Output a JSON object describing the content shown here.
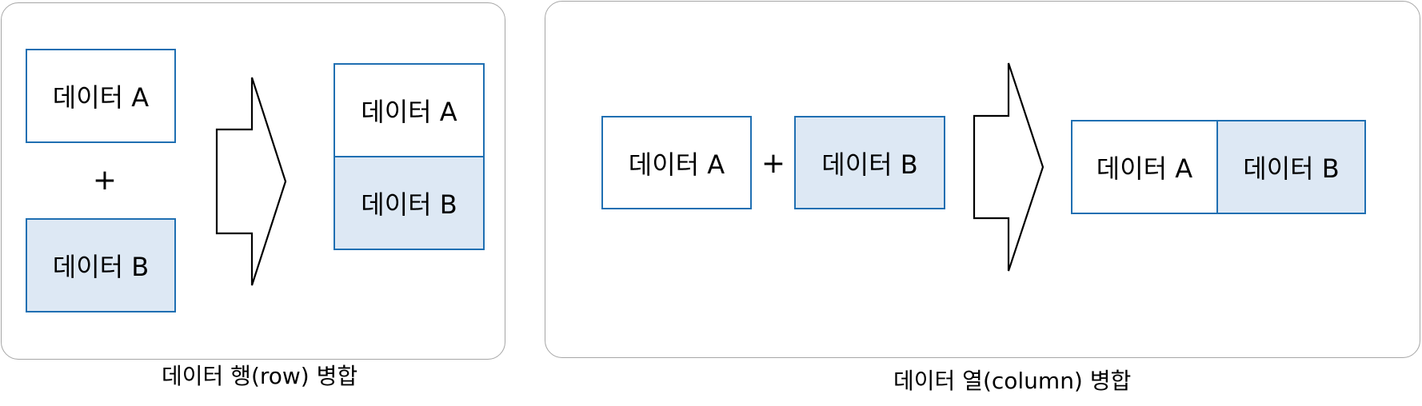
{
  "row_merge": {
    "box_a": "데이터 A",
    "plus": "+",
    "box_b": "데이터 B",
    "result_a": "데이터 A",
    "result_b": "데이터 B",
    "caption": "데이터 행(row) 병합"
  },
  "column_merge": {
    "box_a": "데이터 A",
    "plus": "+",
    "box_b": "데이터 B",
    "result_a": "데이터 A",
    "result_b": "데이터 B",
    "caption": "데이터 열(column) 병합"
  },
  "colors": {
    "box_border": "#1f6fb2",
    "data_a_fill": "#ffffff",
    "data_b_fill": "#dde8f4",
    "panel_border": "#a6a6a6",
    "arrow_stroke": "#000000"
  },
  "icons": {
    "arrow": "right-block-arrow-icon"
  }
}
